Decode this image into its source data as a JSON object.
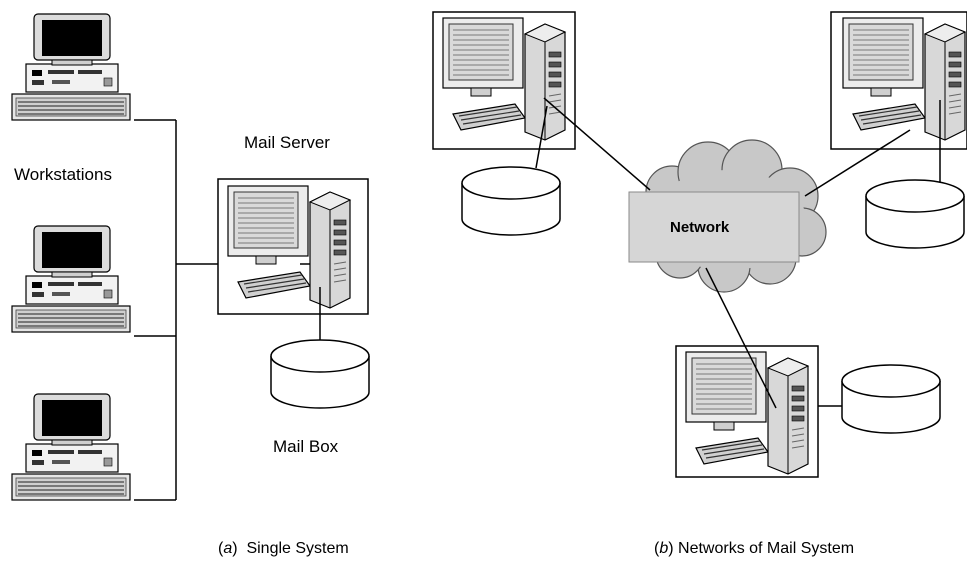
{
  "labels": {
    "workstations": "Workstations",
    "mail_server": "Mail Server",
    "mail_box": "Mail Box",
    "network": "Network"
  },
  "captions": {
    "a_letter": "a",
    "a_text": "Single System",
    "b_letter": "b",
    "b_text": "Networks of Mail System"
  }
}
